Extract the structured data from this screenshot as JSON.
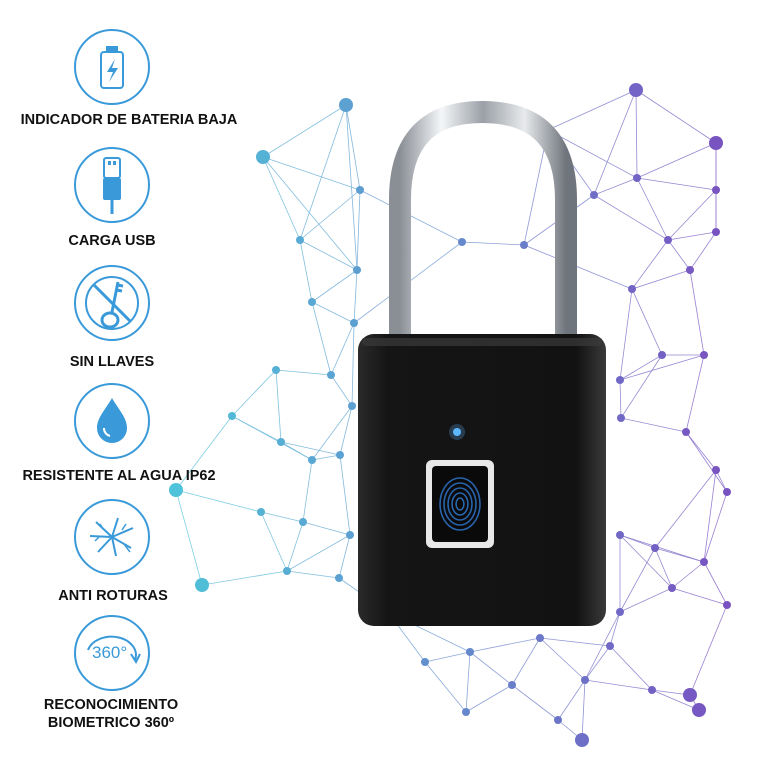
{
  "features": [
    {
      "label": "INDICADOR DE BATERIA BAJA",
      "icon": "battery-low-icon"
    },
    {
      "label": "CARGA USB",
      "icon": "usb-cable-icon"
    },
    {
      "label": "SIN LLAVES",
      "icon": "no-key-icon"
    },
    {
      "label": "RESISTENTE AL AGUA IP62",
      "icon": "water-drop-icon"
    },
    {
      "label": "ANTI ROTURAS",
      "icon": "crack-icon"
    },
    {
      "label_line1": "RECONOCIMIENTO",
      "label_line2": "BIOMETRICO 360º",
      "icon": "rotate-360-icon",
      "icon_text": "360°"
    }
  ],
  "colors": {
    "icon_blue": "#3a9ad9",
    "network_teal": "#4fc3d9",
    "network_purple": "#7a4fc0",
    "lock_body": "#151515"
  }
}
